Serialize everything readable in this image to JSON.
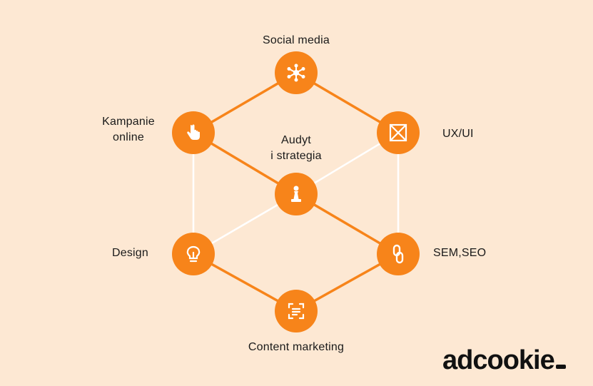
{
  "diagram": {
    "colors": {
      "accent": "#f7841a",
      "edge_orange": "#f7841a",
      "edge_white": "#ffffff",
      "background": "#fde8d3"
    },
    "nodes": [
      {
        "id": "social",
        "label": "Social media",
        "icon": "network-icon"
      },
      {
        "id": "kampanie",
        "label": "Kampanie\nonline",
        "icon": "pointer-hand-icon"
      },
      {
        "id": "uxui",
        "label": "UX/UI",
        "icon": "wireframe-icon"
      },
      {
        "id": "audyt",
        "label": "Audyt\ni strategia",
        "icon": "chess-pawn-icon"
      },
      {
        "id": "design",
        "label": "Design",
        "icon": "lightbulb-icon"
      },
      {
        "id": "sem",
        "label": "SEM,SEO",
        "icon": "chain-link-icon"
      },
      {
        "id": "content",
        "label": "Content marketing",
        "icon": "scan-text-icon"
      }
    ],
    "edges": [
      {
        "from": "social",
        "to": "kampanie",
        "color": "orange"
      },
      {
        "from": "social",
        "to": "uxui",
        "color": "orange"
      },
      {
        "from": "kampanie",
        "to": "audyt",
        "color": "orange"
      },
      {
        "from": "audyt",
        "to": "sem",
        "color": "orange"
      },
      {
        "from": "design",
        "to": "content",
        "color": "orange"
      },
      {
        "from": "content",
        "to": "sem",
        "color": "orange"
      },
      {
        "from": "uxui",
        "to": "audyt",
        "color": "white"
      },
      {
        "from": "audyt",
        "to": "design",
        "color": "white"
      },
      {
        "from": "kampanie",
        "to": "design",
        "color": "white"
      },
      {
        "from": "uxui",
        "to": "sem",
        "color": "white"
      }
    ]
  },
  "brand": {
    "logo_text": "adcookie"
  }
}
